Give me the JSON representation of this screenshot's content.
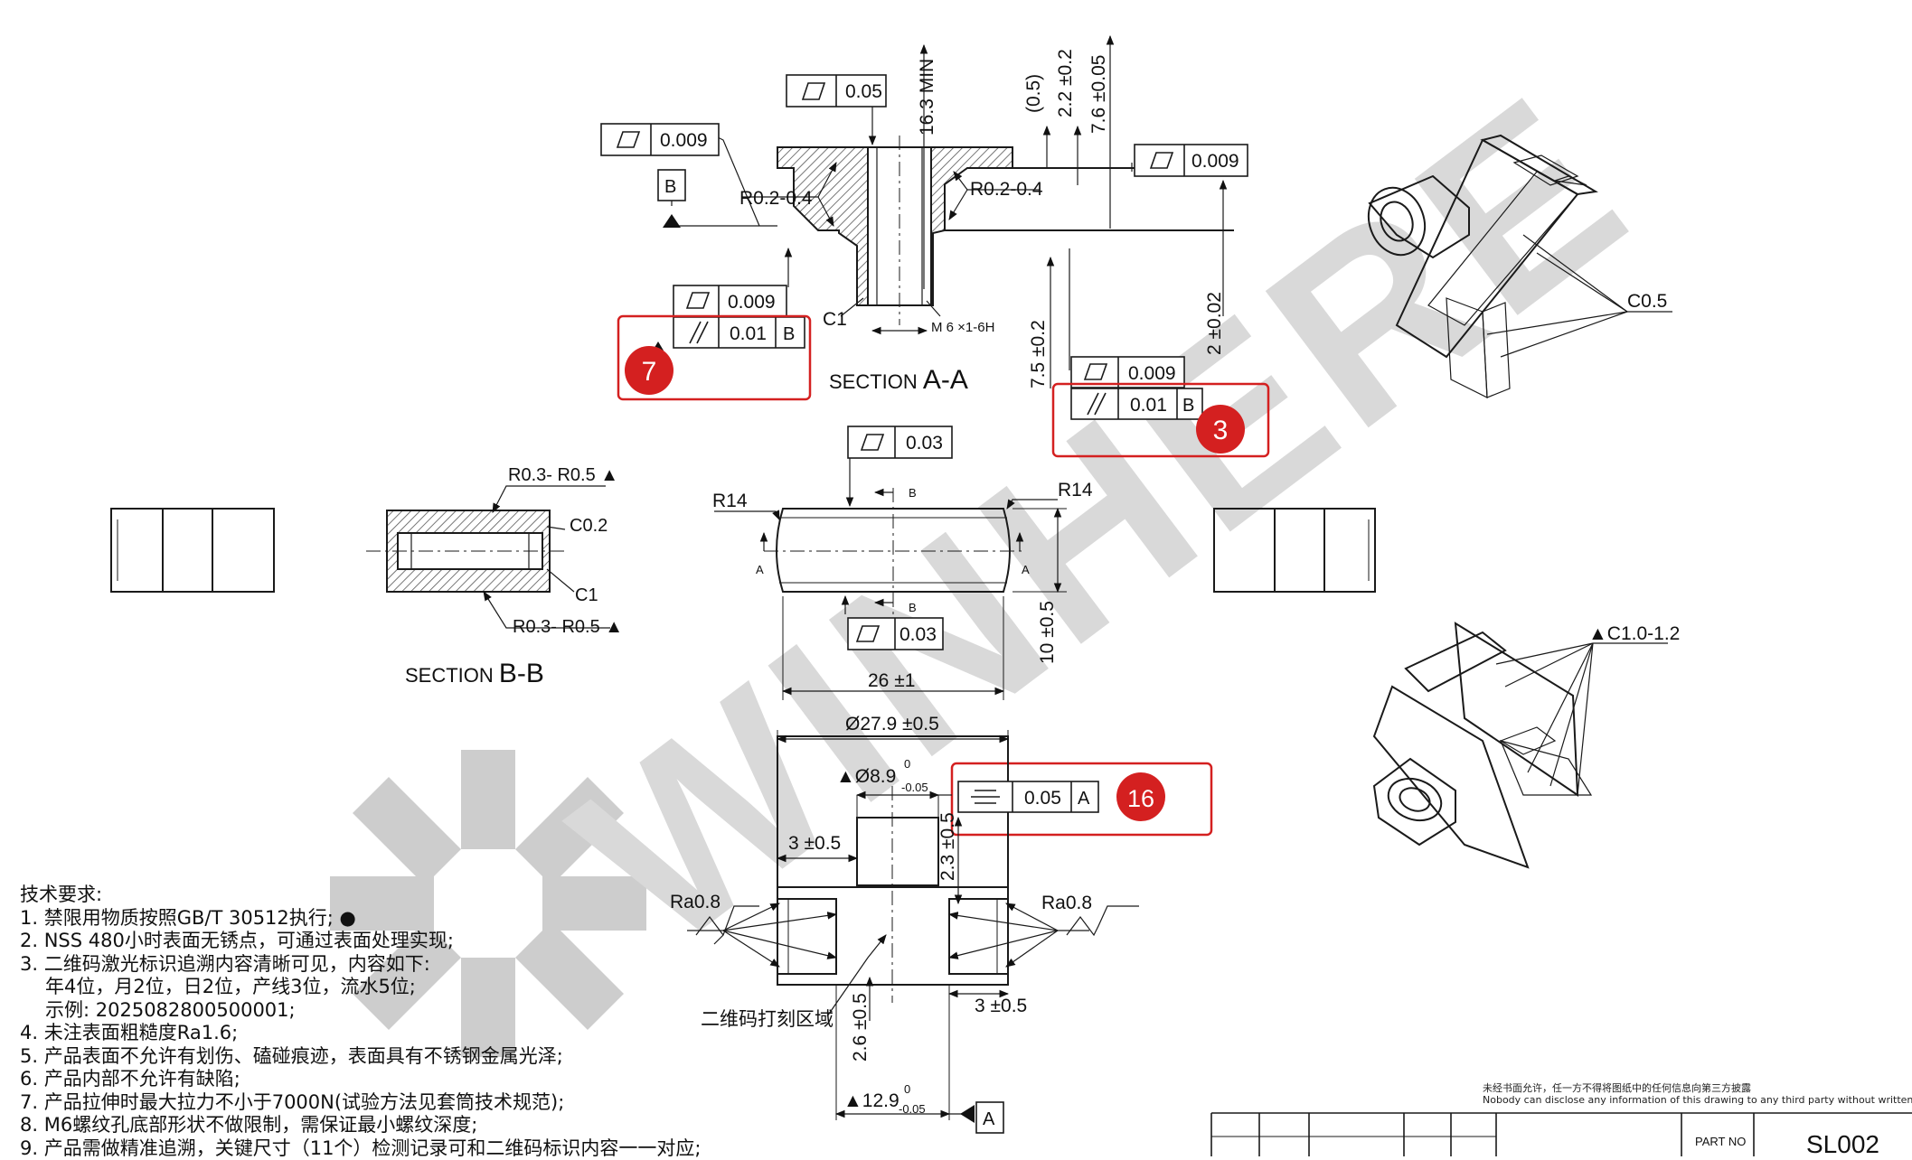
{
  "watermark": "WINHERE",
  "colors": {
    "highlight": "#d42020",
    "hatch": "#444444",
    "line": "#1a1a1a"
  },
  "section_aa": {
    "title_prefix": "SECTION",
    "title_letters": "A-A",
    "dims": {
      "min_depth": "16.3 MIN",
      "paren": "(0.5)",
      "d22": "2.2 ±0.2",
      "d76": "7.6 ±0.05",
      "d75": "7.5 ±0.2",
      "d2": "2 ±0.02",
      "radius_left": "R0.2-0.4",
      "radius_right": "R0.2-0.4",
      "chamfer": "C1",
      "thread": "M 6 ×1-6H"
    },
    "fcf": {
      "flat_top": "0.05",
      "flat_left": "0.009",
      "flat_right": "0.009",
      "flat_bottom_left": "0.009",
      "parallel_left": "0.01",
      "parallel_left_datum": "B",
      "flat_bottom_right": "0.009",
      "parallel_right": "0.01",
      "parallel_right_datum": "B"
    },
    "datum_b": "B"
  },
  "badges": {
    "b7": "7",
    "b3": "3",
    "b16": "16"
  },
  "section_bb": {
    "title_prefix": "SECTION",
    "title_letters": "B-B",
    "r_top": "R0.3- R0.5 ▲",
    "r_bottom": "R0.3- R0.5 ▲",
    "c02": "C0.2",
    "c1": "C1"
  },
  "front_view": {
    "flat_top": "0.03",
    "flat_bottom": "0.03",
    "r_left": "R14",
    "r_right": "R14",
    "width": "26 ±1",
    "height": "10 ±0.5",
    "cut_b": "B",
    "cut_a": "A"
  },
  "bottom_view": {
    "dia_outer": "Ø27.9 ±0.5",
    "dia_small": "▲Ø8.9",
    "dia_small_tol_upper": "0",
    "dia_small_tol_lower": "-0.05",
    "sym_value": "0.05",
    "sym_datum": "A",
    "d3_top": "3 ±0.5",
    "d23": "2.3 ±0.5",
    "ra_left": "Ra0.8",
    "ra_right": "Ra0.8",
    "d3_bottom": "3 ±0.5",
    "d26": "2.6 ±0.5",
    "qr_area": "二维码打刻区域",
    "dia_bottom": "▲12.9",
    "dia_bottom_tol_upper": "0",
    "dia_bottom_tol_lower": "-0.05",
    "datum_a": "A"
  },
  "iso_views": {
    "c05": "C0.5",
    "c10": "▲C1.0-1.2"
  },
  "notes": {
    "title": "技术要求:",
    "lines": [
      "1. 禁限用物质按照GB/T 30512执行; ●",
      "2. NSS 480小时表面无锈点，可通过表面处理实现;",
      "3. 二维码激光标识追溯内容清晰可见，内容如下:",
      "年4位，月2位，日2位，产线3位，流水5位;",
      "示例: 2025082800500001;",
      "4. 未注表面粗糙度Ra1.6;",
      "5. 产品表面不允许有划伤、磕碰痕迹，表面具有不锈钢金属光泽;",
      "6. 产品内部不允许有缺陷;",
      "7. 产品拉伸时最大拉力不小于7000N(试验方法见套筒技术规范);",
      "8. M6螺纹孔底部形状不做限制，需保证最小螺纹深度;",
      "9. 产品需做精准追溯，关键尺寸（11个）检测记录可和二维码标识内容一一对应;"
    ]
  },
  "title_block": {
    "disclaimer_cn": "未经书面允许，任一方不得将图纸中的任何信息向第三方披露",
    "disclaimer_en": "Nobody can disclose any information of this drawing to any third party without written permission",
    "part_no_label": "PART NO",
    "part_no": "SL002"
  }
}
